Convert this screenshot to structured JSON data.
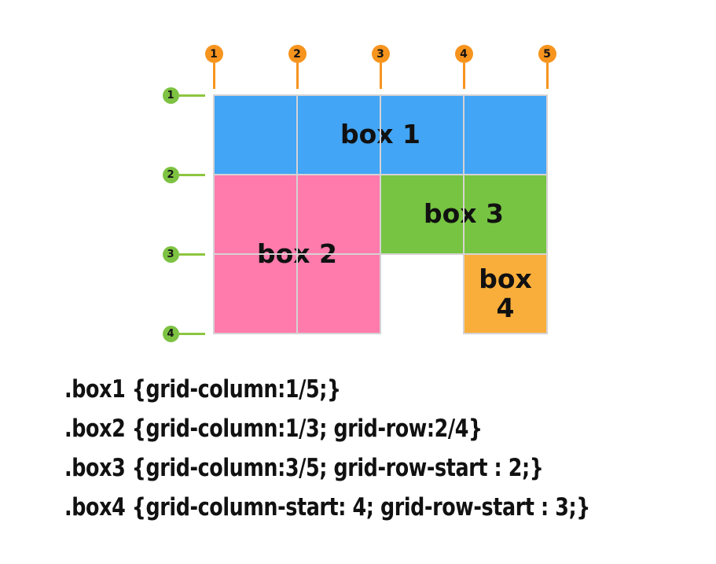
{
  "diagram": {
    "column_markers": {
      "items": [
        "1",
        "2",
        "3",
        "4",
        "5"
      ],
      "circle_color": "#F7941E",
      "line_color": "#F7941E"
    },
    "row_markers": {
      "items": [
        "1",
        "2",
        "3",
        "4"
      ],
      "circle_color": "#7DC242",
      "line_color": "#8CC63F"
    },
    "grid": {
      "columns": 4,
      "rows": 3,
      "line_color": "#D6D2D3"
    },
    "boxes": [
      {
        "id": "box1",
        "label": "box 1",
        "color": "#42A5F5",
        "grid_column": "1 / 5",
        "grid_row": "1"
      },
      {
        "id": "box2",
        "label": "box 2",
        "color": "#FF7BAC",
        "grid_column": "1 / 3",
        "grid_row": "2 / 4"
      },
      {
        "id": "box3",
        "label": "box 3",
        "color": "#76C442",
        "grid_column": "3 / 5",
        "grid_row": "2"
      },
      {
        "id": "box4",
        "label": "box 4",
        "color": "#F9AE3B",
        "grid_column": "4",
        "grid_row": "3"
      }
    ]
  },
  "code": {
    "lines": [
      ".box1 {grid-column:1/5;}",
      ".box2 {grid-column:1/3; grid-row:2/4}",
      ".box3 {grid-column:3/5; grid-row-start : 2;}",
      ".box4 {grid-column-start: 4; grid-row-start : 3;}"
    ]
  }
}
